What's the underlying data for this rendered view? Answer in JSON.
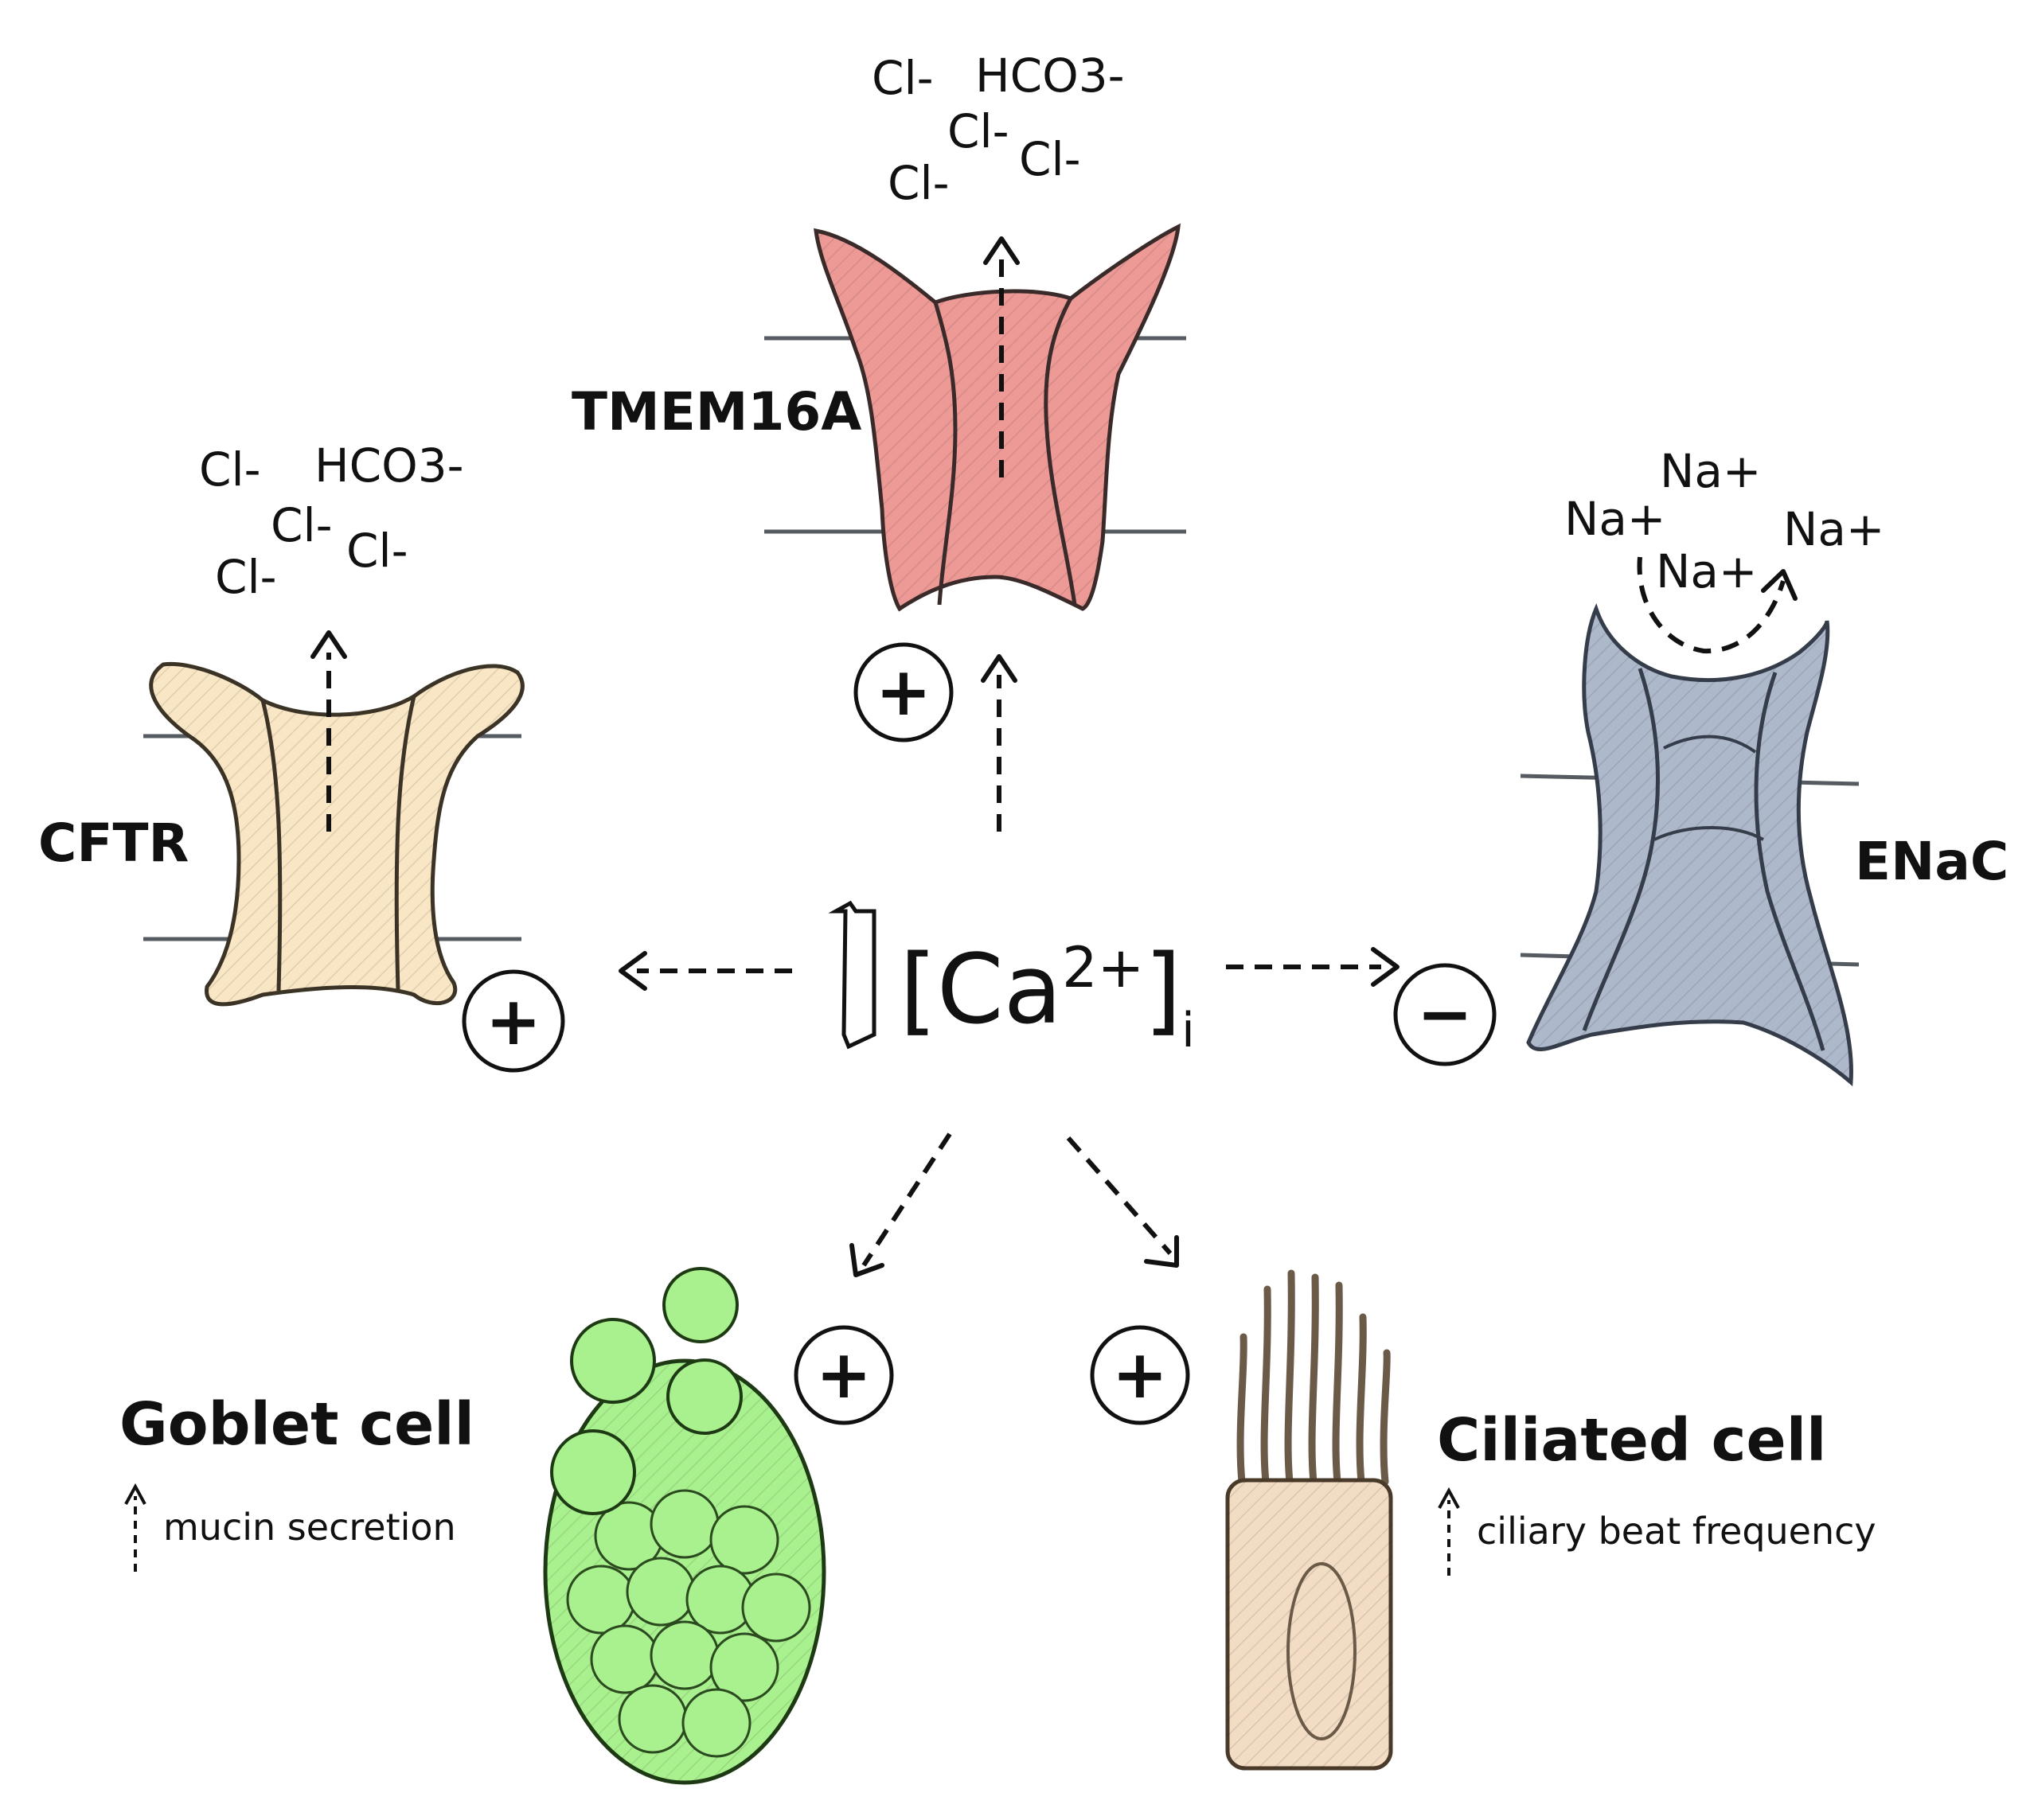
{
  "proteins": {
    "tmem16a": {
      "label": "TMEM16A",
      "color": "#ed9a96",
      "ions": [
        "Cl-",
        "HCO3-",
        "Cl-",
        "Cl-",
        "Cl-"
      ]
    },
    "cftr": {
      "label": "CFTR",
      "color": "#f8e6c4",
      "ions": [
        "Cl-",
        "HCO3-",
        "Cl-",
        "Cl-",
        "Cl-"
      ]
    },
    "enac": {
      "label": "ENaC",
      "color": "#aeb8cb",
      "ions": [
        "Na+",
        "Na+",
        "Na+",
        "Na+"
      ]
    }
  },
  "calcium": {
    "label_main": "[Ca",
    "superscript": "2+",
    "bracket": "]",
    "subscript": "i"
  },
  "effects": {
    "tmem16a": "+",
    "cftr": "+",
    "enac": "−",
    "goblet": "+",
    "ciliated": "+"
  },
  "cells": {
    "goblet": {
      "title": "Goblet cell",
      "note": "mucin secretion",
      "color": "#a9f08e"
    },
    "ciliated": {
      "title": "Ciliated cell",
      "note": "ciliary beat frequency",
      "color": "#f2dcc4"
    }
  }
}
